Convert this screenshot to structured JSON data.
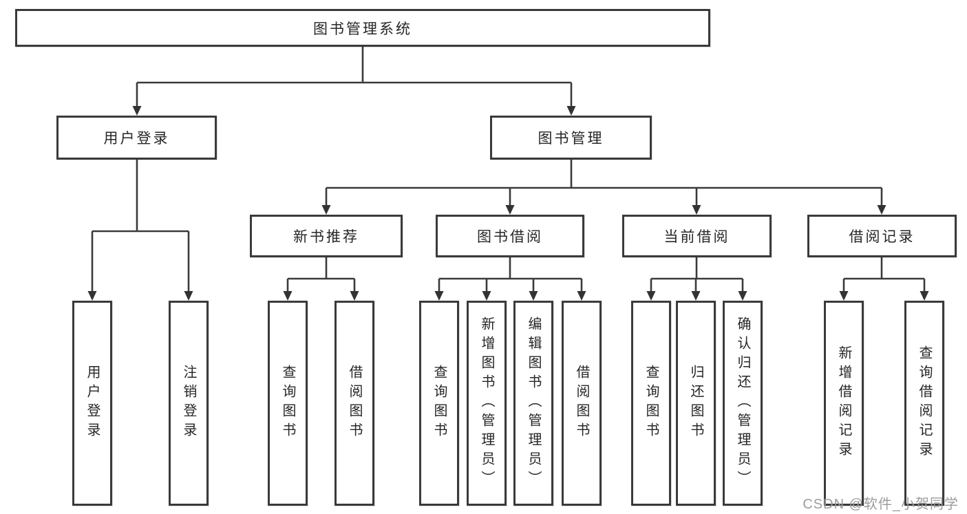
{
  "nodes": {
    "root": "图书管理系统",
    "l2_user_login": "用户登录",
    "l2_book_mgmt": "图书管理",
    "l3_new_book": "新书推荐",
    "l3_book_borrow": "图书借阅",
    "l3_current_borrow": "当前借阅",
    "l3_borrow_record": "借阅记录",
    "leaf_user_login": "用户登录",
    "leaf_logout": "注销登录",
    "leaf_nb_query_book": "查询图书",
    "leaf_nb_borrow_book": "借阅图书",
    "leaf_bb_query_book": "查询图书",
    "leaf_bb_add_book": "新增图书（管理员）",
    "leaf_bb_edit_book": "编辑图书（管理员）",
    "leaf_bb_borrow_book": "借阅图书",
    "leaf_cb_query_book": "查询图书",
    "leaf_cb_return_book": "归还图书",
    "leaf_cb_confirm_return": "确认归还（管理员）",
    "leaf_br_add_record": "新增借阅记录",
    "leaf_br_query_record": "查询借阅记录"
  },
  "watermark": "CSDN @软件_小贺同学",
  "colors": {
    "line": "#3a3a3a",
    "text": "#262626",
    "watermark": "#9c9c9c"
  }
}
